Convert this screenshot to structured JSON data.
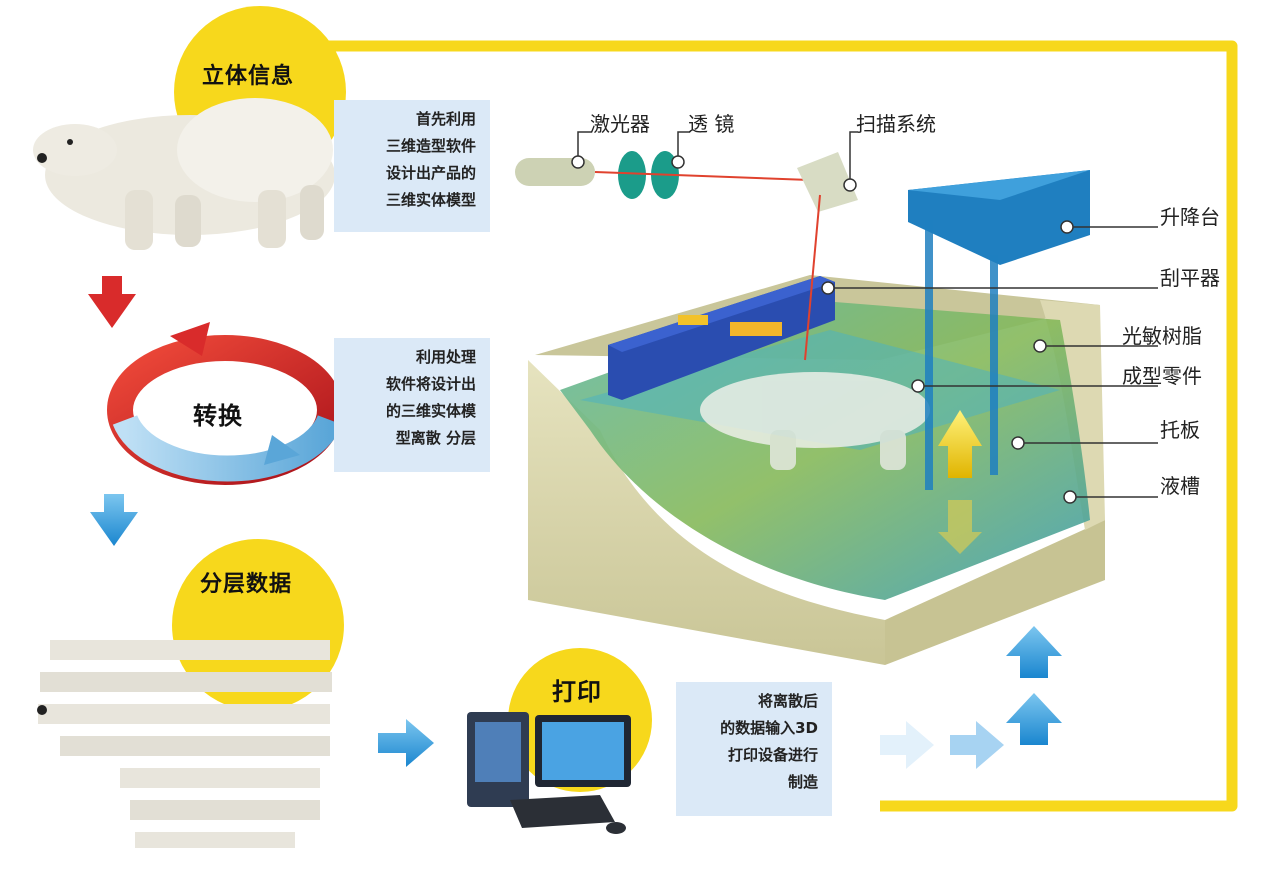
{
  "steps": {
    "info": {
      "title": "立体信息",
      "desc": [
        "首先利用",
        "三维造型软件",
        "设计出产品的",
        "三维实体模型"
      ]
    },
    "convert": {
      "title": "转换",
      "desc": [
        "利用处理",
        "软件将设计出",
        "的三维实体模",
        "型离散 分层"
      ]
    },
    "layer": {
      "title": "分层数据"
    },
    "print": {
      "title": "打印",
      "desc": [
        "将离散后",
        "的数据输入3D",
        "打印设备进行",
        "制造"
      ]
    }
  },
  "machine_labels": {
    "laser": "激光器",
    "lens": "透 镜",
    "scanner": "扫描系统",
    "elevator": "升降台",
    "scraper": "刮平器",
    "resin": "光敏树脂",
    "part": "成型零件",
    "platform": "托板",
    "tank": "液槽"
  },
  "colors": {
    "accent_yellow": "#f7d81c",
    "arrow_red": "#d92b2b",
    "arrow_blue": "#2a93d5",
    "desc_bg": "#dbe9f7",
    "elevator_blue": "#1f7fc0",
    "tank": "#d8d4a8"
  }
}
